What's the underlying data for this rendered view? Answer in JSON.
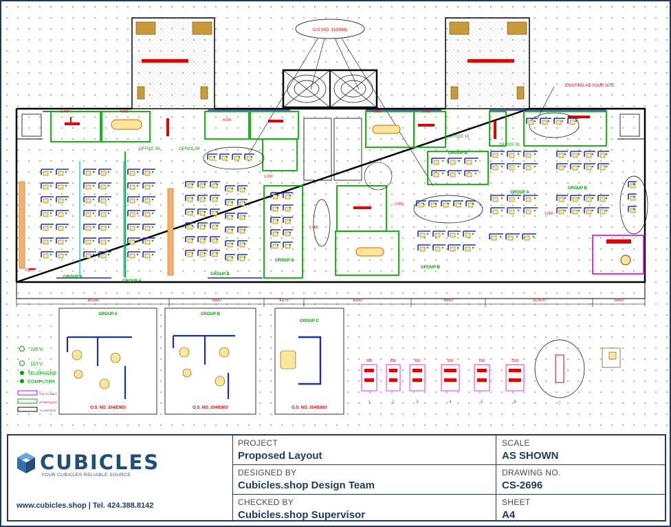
{
  "plan": {
    "note_os": "O.S (NO. 312/888)",
    "note_existing": "EXISTING AS YOUR SITE",
    "offices": [
      "OFFICE 08",
      "OFFICE 09",
      "OFFICE 10",
      "OFFICE 01"
    ],
    "groups": {
      "group_a": "GROUP A",
      "group_b": "GROUP B",
      "group_c": "GROUP C"
    },
    "dims_bottom": [
      "16150",
      "9920",
      "4175",
      "8250",
      "4850",
      "10,470",
      "5500"
    ],
    "dims_small": [
      "3,400",
      "4,810",
      "4,500",
      "1,300",
      "2,850",
      "3,050",
      "4,800",
      "1,600",
      "1,000",
      "3,500"
    ]
  },
  "details": {
    "group_a_title": "GROUP A",
    "group_a_caption": "O.S. NO. 204/E803",
    "group_b_title": "GROUP B",
    "group_b_caption": "O.S. NO. 204/E803",
    "group_c_title": "GROUP C",
    "group_c_caption": "O.S. NO. 204/E803",
    "table_numbers": [
      "1",
      "2",
      "3",
      "4",
      "5",
      "6",
      "7"
    ],
    "table_widths": [
      "900",
      "800",
      "600",
      "900",
      "600",
      "1200"
    ]
  },
  "legend": {
    "items": [
      {
        "symbol": "220-icon",
        "label": "220  V."
      },
      {
        "symbol": "110-icon",
        "label": "110  V."
      },
      {
        "symbol": "telephone-icon",
        "label": "TELEPHONE"
      },
      {
        "symbol": "computer-icon",
        "label": "COMPUTER"
      }
    ],
    "lines": [
      "CAT 5 CABLE",
      "POWER LINE",
      "FLOOR BOX"
    ]
  },
  "titleblock": {
    "logo_word": "CUBICLES",
    "logo_tagline": "YOUR CUBICLES RELIABLE SOURCE",
    "contact": "www.cubicles.shop  |  Tel. 424.388.8142",
    "project_label": "PROJECT",
    "project_value": "Proposed Layout",
    "designed_label": "DESIGNED BY",
    "designed_value": "Cubicles.shop Design Team",
    "checked_label": "CHECKED BY",
    "checked_value": "Cubicles.shop Supervisor",
    "scale_label": "SCALE",
    "scale_value": "AS SHOWN",
    "drawing_label": "DRAWING NO.",
    "drawing_value": "CS-2696",
    "sheet_label": "SHEET",
    "sheet_value": "A4"
  },
  "colors": {
    "border": "#1f3a5f",
    "wall": "#000000",
    "partition": "#1a2fb8",
    "green": "#00b000",
    "red": "#e00000",
    "chair": "#8a5a00",
    "grid_dot": "#7a7a7a",
    "magenta": "#e000e0",
    "cyan": "#00b8d8"
  }
}
